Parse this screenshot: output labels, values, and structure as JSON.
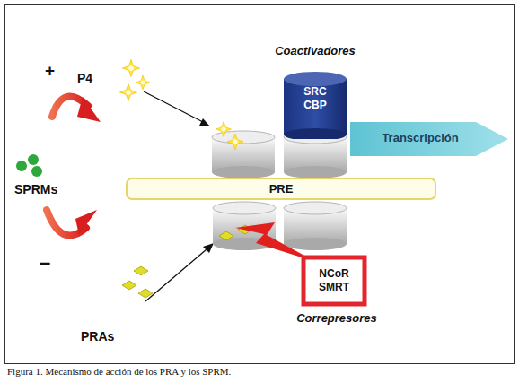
{
  "diagram": {
    "caption": "Figura 1. Mecanismo de acción de los PRA y los SPRM.",
    "nodes": [
      {
        "text": [
          "Coactivadores",
          "SRC CBP"
        ]
      },
      {
        "text": [
          "Transcripción"
        ]
      },
      {
        "text": [
          "PRE"
        ]
      },
      {
        "text": [
          "NCoR SMRT",
          "Correpresores"
        ]
      }
    ],
    "labels": [
      "+",
      "P4",
      "SPRMs",
      "–",
      "PRAs"
    ]
  }
}
